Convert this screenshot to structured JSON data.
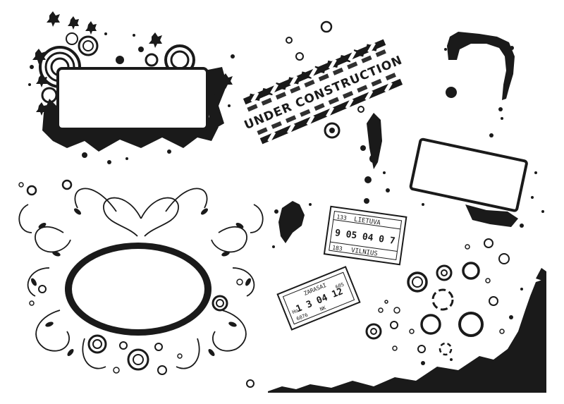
{
  "colors": {
    "ink": "#1a1a1a",
    "background": "#ffffff"
  },
  "banner": {
    "text": "UNDER CONSTRUCTION"
  },
  "stamp_lietuva": {
    "num_left": "133",
    "country": "LIETUVA",
    "date": "9 05 04 0 7",
    "num_bottom": "183",
    "city": "VILNIUS"
  },
  "stamp_zarasai": {
    "top": "ZARASAI",
    "date": "1 3 04 12",
    "side_right": "605",
    "bottom_left": "6076",
    "bottom_mid": "NK",
    "side_left": "Ho"
  }
}
